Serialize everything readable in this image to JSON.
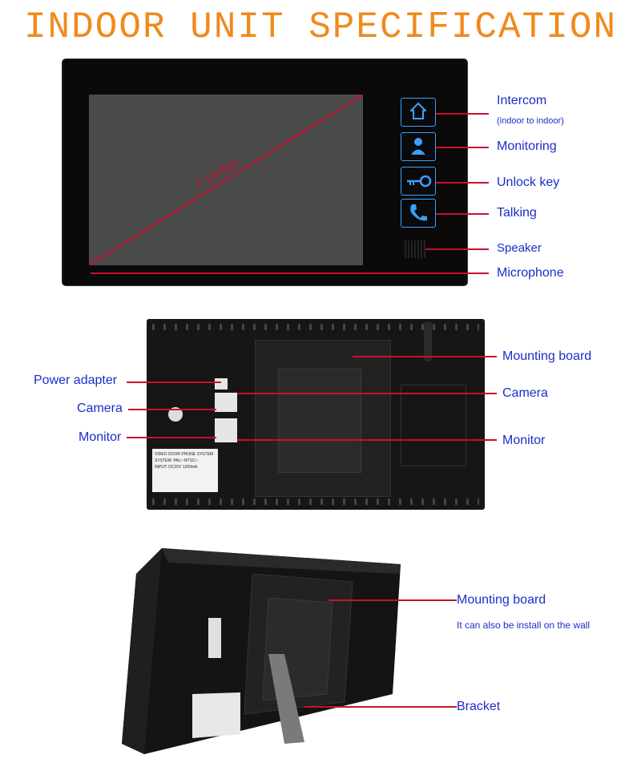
{
  "title": "INDOOR UNIT SPECIFICATION",
  "front": {
    "diagonal_label": "7 inches",
    "labels": {
      "intercom": "Intercom",
      "intercom_note": "(indoor to indoor)",
      "monitoring": "Monitoring",
      "unlock_key": "Unlock key",
      "talking": "Talking",
      "speaker": "Speaker",
      "microphone": "Microphone"
    }
  },
  "back": {
    "labels": {
      "power_adapter": "Power adapter",
      "camera_left": "Camera",
      "monitor_left": "Monitor",
      "mounting_board": "Mounting board",
      "camera_right": "Camera",
      "monitor_right": "Monitor"
    },
    "sticker": {
      "line1": "VIDEO DOOR PHONE SYSTEM",
      "line2": "SYSTEM: PAL□ NTSC□",
      "line3": "INPUT: DC15V 1200mA"
    }
  },
  "side": {
    "labels": {
      "mounting_board": "Mounting board",
      "mounting_note": "It can also be install on the wall",
      "bracket": "Bracket"
    }
  },
  "colors": {
    "title": "#f08a1c",
    "label": "#1a2ec8",
    "leader_line": "#c8102e",
    "button_glow": "#3aa0ff"
  }
}
